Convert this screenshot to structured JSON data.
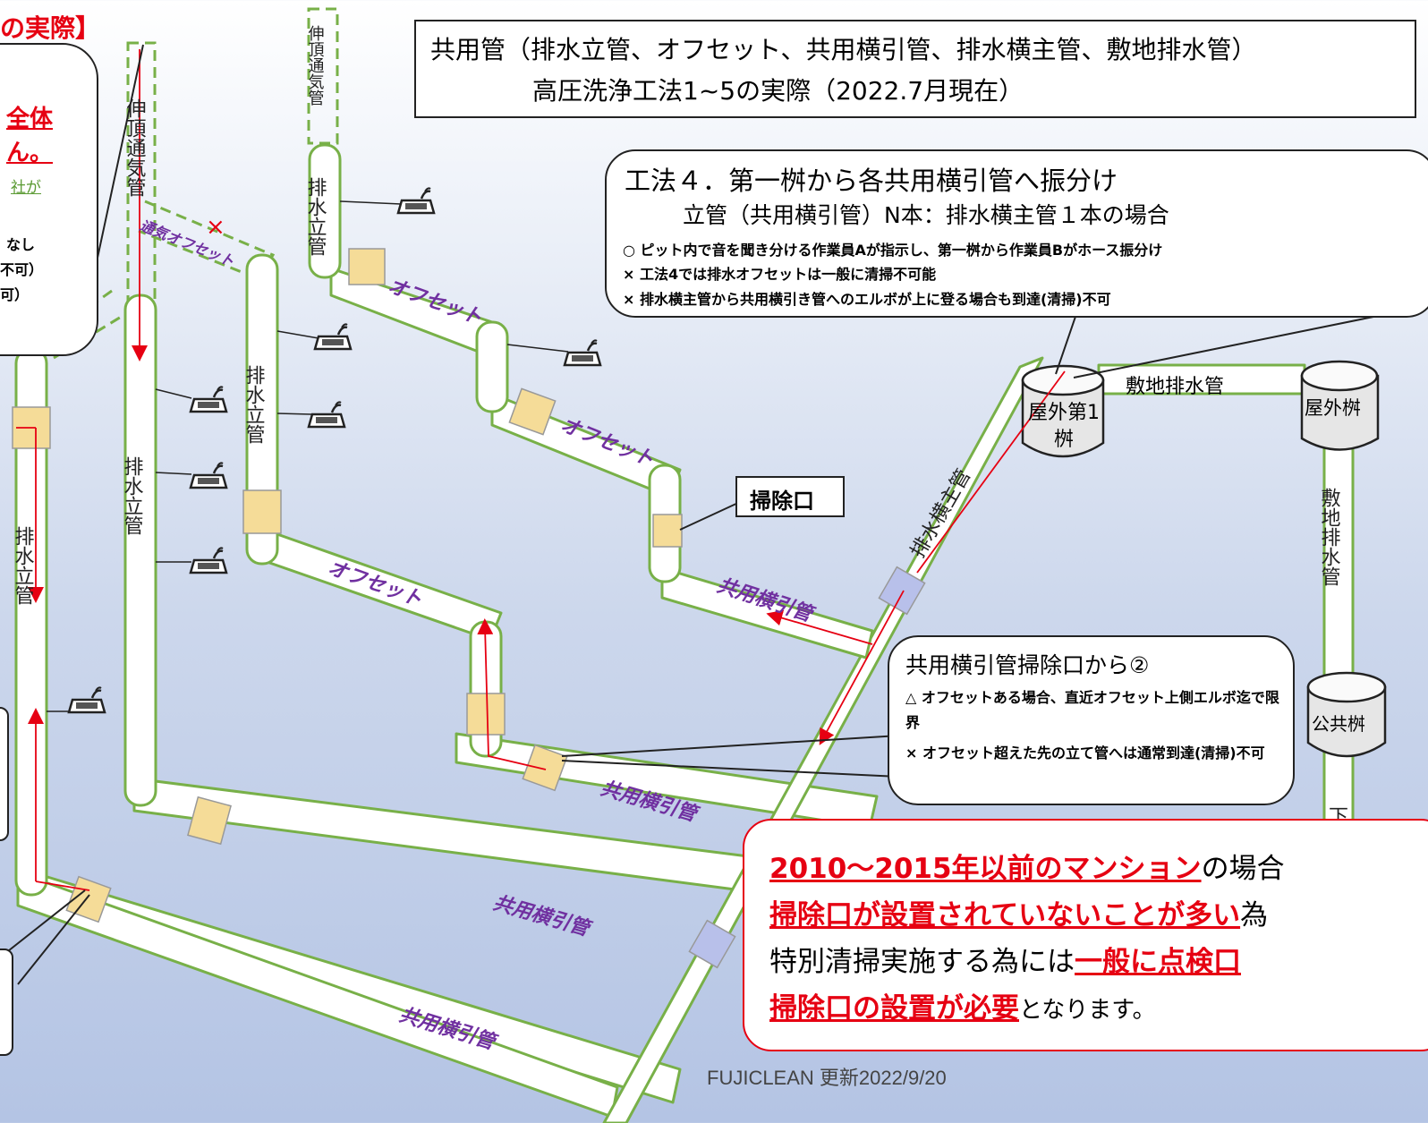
{
  "header": {
    "line1": "共用管（排水立管、オフセット、共用横引管、排水横主管、敷地排水管）",
    "line2": "高圧洗浄工法1~5の実際（2022.7月現在）"
  },
  "left_bubble": {
    "title": "の実際】",
    "line1": "全体",
    "line2": "ん。",
    "line3": "社が",
    "line4": "なし",
    "line5": "不可）",
    "line6": "可）"
  },
  "method4": {
    "title": "工法４．第一桝から各共用横引管へ振分け",
    "subtitle": "立管（共用横引管）N本：排水横主管１本の場合",
    "items": [
      "○ ピット内で音を聞き分ける作業員Aが指示し、第一桝から作業員Bがホース振分け",
      "× 工法4では排水オフセットは一般に清掃不可能",
      "× 排水横主管から共用横引き管へのエルボが上に登る場合も到達(清掃)不可"
    ]
  },
  "pipe_labels": {
    "vent1": "伸頂通気管",
    "vent2": "伸頂通気管",
    "vent_offset": "通気オフセット",
    "drain_stack": "排水立管",
    "offset": "オフセット",
    "common_horizontal": "共用横引管",
    "main_horizontal": "排水横主管",
    "site_drain": "敷地排水管",
    "site_drain_vertical": "敷地排水管",
    "first_basin": "屋外第1桝",
    "outdoor_basin": "屋外桝",
    "public_basin": "公共桝",
    "sewer_fragment": "下",
    "cleanout": "掃除口",
    "cross": "×"
  },
  "cleanout_note": {
    "title": "共用横引管掃除口から②",
    "items": [
      "△ オフセットある場合、直近オフセット上側エルボ迄で限界",
      "× オフセット超えた先の立て管へは通常到達(清掃)不可"
    ]
  },
  "warning": {
    "part1": "2010～2015年以前のマンション",
    "part2": "の場合",
    "part3": "掃除口が設置されていないことが多い",
    "part4": "為",
    "part5": "特別清掃実施する為には",
    "part6": "一般に点検口",
    "part7": "掃除口の設置が必要",
    "part8": "となります。"
  },
  "footer": "FUJICLEAN 更新2022/9/20",
  "colors": {
    "pipe_fill": "#ffffff",
    "pipe_stroke": "#78b048",
    "fitting": "#f5dc98",
    "fitting_blue": "#b8c0ea",
    "flow_arrow": "#e60012",
    "label_purple": "#7030a0"
  }
}
